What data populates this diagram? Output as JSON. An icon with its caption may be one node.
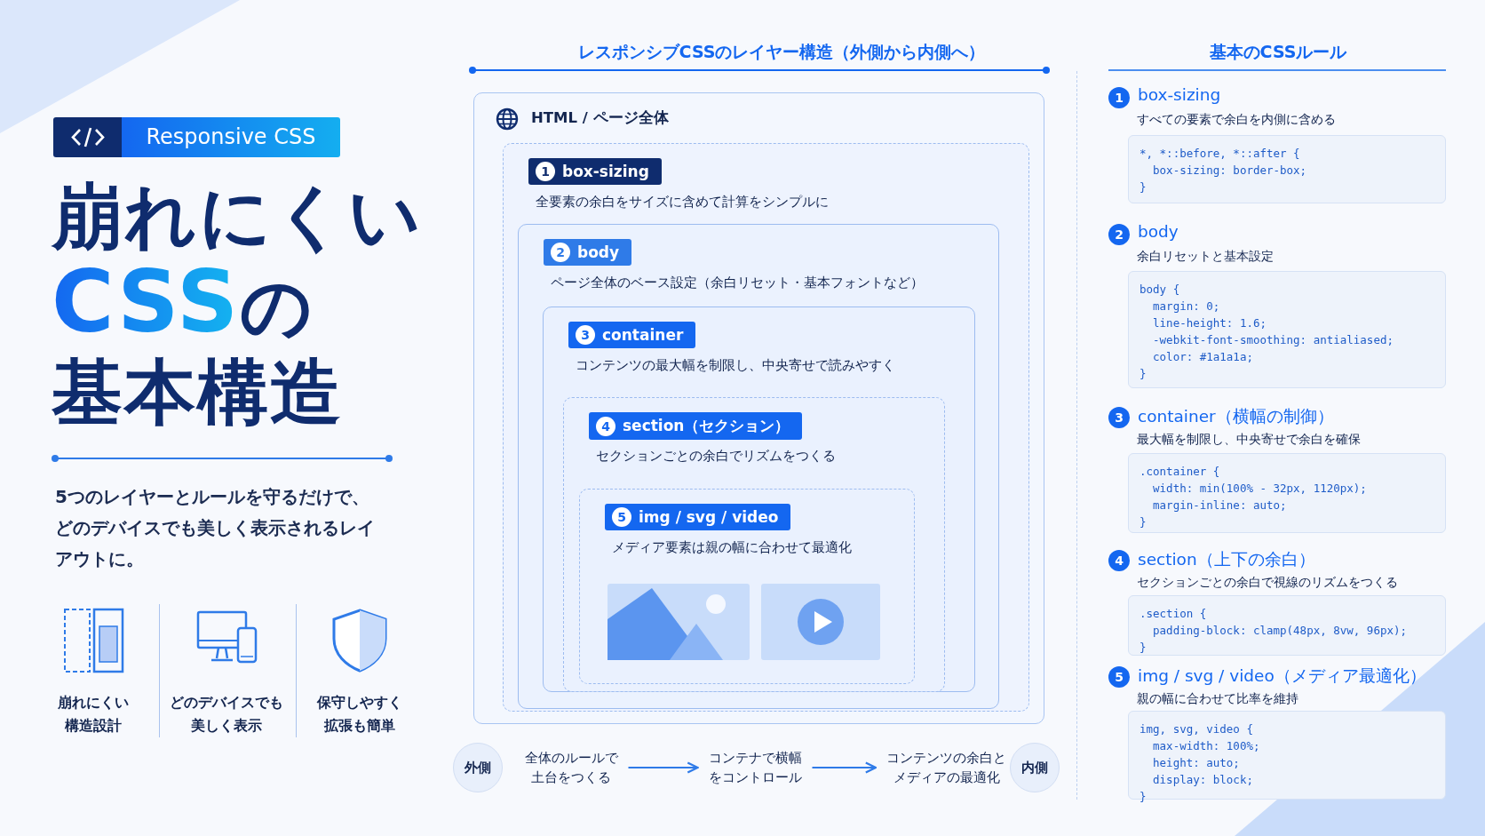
{
  "diagram": {
    "title": "崩れにくい**CSS**の基本構造",
    "nodes": [
      {
        "text": [
          "HTML / ページ全体"
        ]
      },
      {
        "text": [
          "1",
          "box-sizing",
          "全要素の余白をサイズに含めて計算をシンプルに"
        ],
        "in": 0
      },
      {
        "text": [
          "2",
          "body",
          "ページ全体のベース設定（余白リセット・基本フォントなど）"
        ],
        "in": 1
      },
      {
        "text": [
          "3",
          "container",
          "コンテンツの最大幅を制限し、中央寄せで読みやすく"
        ],
        "in": 2
      },
      {
        "text": [
          "4",
          "section（セクション）",
          "セクションごとの余白でリズムをつくる"
        ],
        "in": 3
      },
      {
        "text": [
          "5",
          "img / svg / video",
          "メディア要素は親の幅に合わせて最適化"
        ],
        "in": 4
      },
      {
        "text": [
          "外側"
        ]
      },
      {
        "text": [
          "全体のルールで土台をつくる"
        ]
      },
      {
        "text": [
          "コンテナで横幅をコントロール"
        ]
      },
      {
        "text": [
          "コンテンツの余白とメディアの最適化"
        ]
      },
      {
        "text": [
          "内側"
        ]
      },
      {
        "text": [
          "*, *::before, *::after {",
          "  box-sizing: border-box;",
          "}"
        ]
      },
      {
        "text": [
          "body {",
          "  margin: 0;",
          "  line-height: 1.6;",
          "  -webkit-font-smoothing: antialiased;",
          "  color: #1a1a1a;",
          "}"
        ]
      },
      {
        "text": [
          ".container {",
          "  width: min(100% - 32px, 1120px);",
          "  margin-inline: auto;",
          "}"
        ]
      },
      {
        "text": [
          ".section {",
          "  padding-block: clamp(48px, 8vw, 96px);",
          "}"
        ]
      },
      {
        "text": [
          "img, svg, video {",
          "  max-width: 100%;",
          "  height: auto;",
          "  display: block;",
          "}"
        ]
      }
    ],
    "edges": [
      {
        "from": 7,
        "to": 8,
        "arrow": "to"
      },
      {
        "from": 8,
        "to": 9,
        "arrow": "to"
      }
    ],
    "labels": [
      "Responsive CSS",
      "5つのレイヤーとルールを守るだけで、どのデバイスでも美しく表示されるレイアウトに。",
      "崩れにくい構造設計",
      "どのデバイスでも美しく表示",
      "保守しやすく拡張も簡単",
      "レスポンシブCSSのレイヤー構造（外側から内側へ）",
      "基本のCSSルール",
      "1",
      "box-sizing",
      "すべての要素で余白を内側に含める",
      "2",
      "body",
      "余白リセットと基本設定",
      "3",
      "container（横幅の制御）",
      "最大幅を制限し、中央寄せで余白を確保",
      "4",
      "section（上下の余白）",
      "セクションごとの余白で視線のリズムをつくる",
      "5",
      "img / svg / video（メディア最適化）",
      "親の幅に合わせて比率を維持"
    ]
  }
}
